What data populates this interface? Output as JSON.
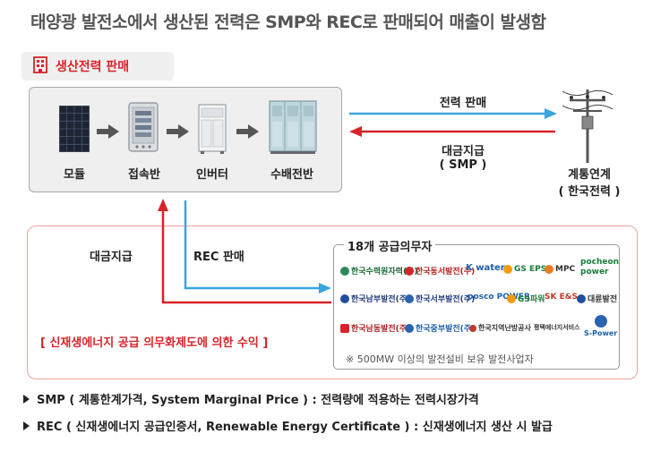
{
  "title": "태양광 발전소에서 생산된 전력은 SMP와 REC로 판매되어 매출이 발생함",
  "section": {
    "label": "생산전력 판매",
    "icon": "building-icon"
  },
  "equipment": [
    {
      "label": "모듈",
      "icon": "solar-panel-icon"
    },
    {
      "label": "접속반",
      "icon": "junction-box-icon"
    },
    {
      "label": "인버터",
      "icon": "inverter-icon"
    },
    {
      "label": "수배전반",
      "icon": "switchgear-icon"
    }
  ],
  "grid": {
    "label_line1": "계통연계",
    "label_line2": "( 한국전력 )",
    "icon": "power-pole-icon"
  },
  "flows": {
    "power_sale": "전력 판매",
    "payment_smp_line1": "대금지급",
    "payment_smp_line2": "( SMP )",
    "rec_sale": "REC 판매",
    "rec_payment": "대금지급"
  },
  "suppliers": {
    "title": "18개 공급의무자",
    "logos": [
      "한국수력원자력(주)",
      "한국동서발전(주)",
      "K water",
      "GS EPS",
      "MPC",
      "pocheon power",
      "한국남부발전(주)",
      "한국서부발전(주)",
      "posco POWER",
      "GS파워",
      "SK E&S",
      "대륜발전",
      "한국남동발전(주)",
      "한국중부발전(주)",
      "한국지역난방공사",
      "평택에너지서비스",
      "S-Power"
    ],
    "note": "※ 500MW 이상의 발전설비 보유 발전사업자"
  },
  "rec_income": "[ 신재생에너지 공급 의무화제도에 의한 수익 ]",
  "definitions": [
    "SMP ( 계통한계가격, System Marginal Price ) : 전력량에 적용하는 전력시장가격",
    "REC ( 신재생에너지 공급인증서, Renewable Energy Certificate ) : 신재생에너지 생산 시 발급"
  ],
  "colors": {
    "accent_red": "#d8232a",
    "arrow_blue": "#3aa6dc",
    "arrow_red": "#d8232a"
  }
}
